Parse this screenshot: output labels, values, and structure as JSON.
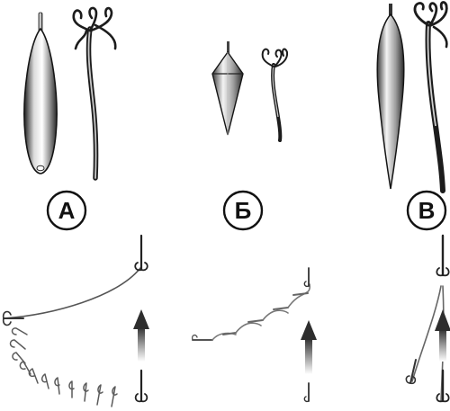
{
  "labels": {
    "a": "А",
    "b": "Б",
    "v": "В"
  },
  "colors": {
    "metal_dark": "#2e2e2e",
    "metal_mid": "#8a8a8a",
    "metal_light": "#f2f2f2",
    "outline": "#111111",
    "background": "#ffffff"
  },
  "icons": [
    "spoon-lure-icon",
    "treble-hook-icon",
    "arrow-up-icon",
    "hook-icon"
  ]
}
